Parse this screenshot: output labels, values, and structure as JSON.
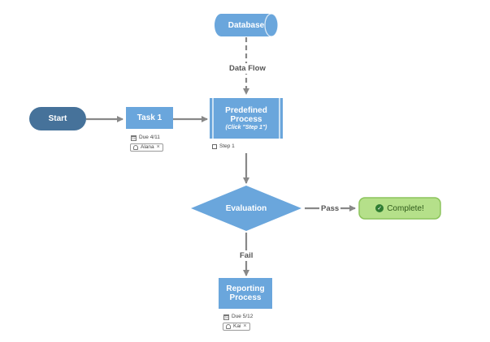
{
  "nodes": {
    "database": "Database",
    "start": "Start",
    "task1": "Task 1",
    "predefined_line1": "Predefined",
    "predefined_line2": "Process",
    "predefined_sub": "(Click \"Step 1\")",
    "evaluation": "Evaluation",
    "complete": "Complete!",
    "reporting_line1": "Reporting",
    "reporting_line2": "Process"
  },
  "edges": {
    "data_flow": "Data Flow",
    "pass": "Pass",
    "fail": "Fail"
  },
  "meta": {
    "task1_due": "Due 4/11",
    "task1_assignee": "Alana",
    "predefined_link": "Step 1",
    "reporting_due": "Due 5/12",
    "reporting_assignee": "Kai"
  },
  "colors": {
    "process": "#6aa6dc",
    "start": "#46729a",
    "complete_fill": "#b5e08a",
    "complete_border": "#8cc45c",
    "edge": "#888888"
  },
  "icons": {
    "calendar": "calendar-icon",
    "person": "person-icon",
    "close": "close-icon",
    "link": "link-icon",
    "check": "check-circle-icon"
  }
}
